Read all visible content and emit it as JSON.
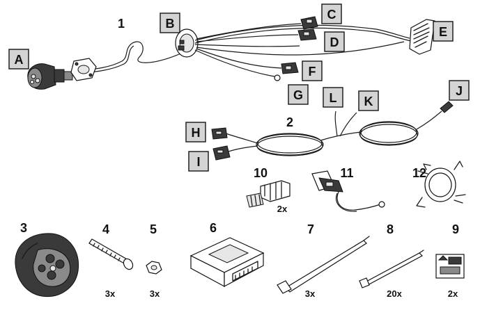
{
  "letter_labels": [
    "A",
    "B",
    "C",
    "D",
    "E",
    "F",
    "G",
    "H",
    "I",
    "J",
    "K",
    "L"
  ],
  "part_numbers": [
    "1",
    "2",
    "3",
    "4",
    "5",
    "6",
    "7",
    "8",
    "9",
    "10",
    "11",
    "12"
  ],
  "quantities": {
    "part10": "2x",
    "part4": "3x",
    "part5": "3x",
    "part7": "3x",
    "part8": "20x",
    "part9": "2x"
  },
  "colors": {
    "label_box_fill": "#d4d4d4",
    "ink": "#1a1a1a"
  }
}
